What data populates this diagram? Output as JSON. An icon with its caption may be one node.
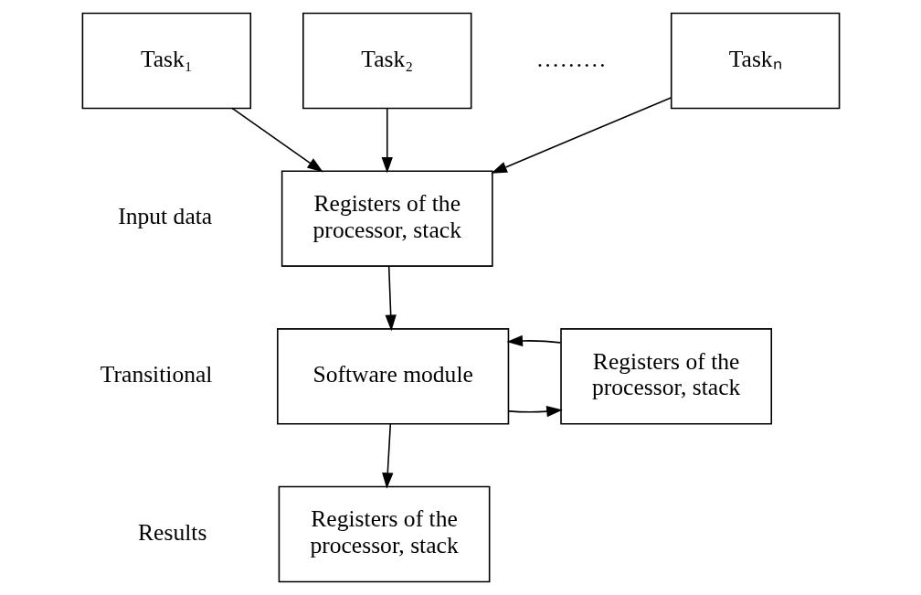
{
  "diagram": {
    "nodes": [
      {
        "text": [
          "Task₁"
        ]
      },
      {
        "text": [
          "Task₂"
        ]
      },
      {
        "text": [
          "Taskₙ"
        ]
      },
      {
        "text": [
          "Registers of the processor, stack"
        ]
      },
      {
        "text": [
          "Software module"
        ]
      },
      {
        "text": [
          "Registers of the processor, stack"
        ]
      },
      {
        "text": [
          "Registers of the processor, stack"
        ]
      }
    ],
    "edges": [
      {
        "from": 0,
        "to": 3,
        "arrow": "to"
      },
      {
        "from": 1,
        "to": 3,
        "arrow": "to"
      },
      {
        "from": 2,
        "to": 3,
        "arrow": "to"
      },
      {
        "from": 3,
        "to": 4,
        "arrow": "to"
      },
      {
        "from": 4,
        "to": 6,
        "arrow": "to"
      },
      {
        "from": 4,
        "to": 5,
        "arrow": "to"
      },
      {
        "from": 5,
        "to": 4,
        "arrow": "to"
      }
    ],
    "labels": [
      "………",
      "Input data",
      "Transitional",
      "Results"
    ]
  }
}
